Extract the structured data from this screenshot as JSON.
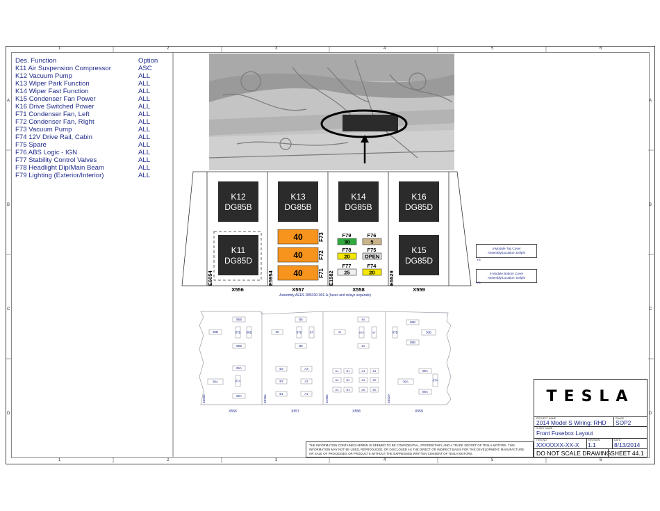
{
  "legend": {
    "header": {
      "des": "Des.",
      "function": "Function",
      "option": "Option"
    },
    "rows": [
      {
        "des": "K11",
        "function": "Air Suspension Compressor",
        "option": "ASC"
      },
      {
        "des": "K12",
        "function": "Vacuum Pump",
        "option": "ALL"
      },
      {
        "des": "K13",
        "function": "Wiper Park Function",
        "option": "ALL"
      },
      {
        "des": "K14",
        "function": "Wiper Fast Function",
        "option": "ALL"
      },
      {
        "des": "K15",
        "function": "Condenser Fan Power",
        "option": "ALL"
      },
      {
        "des": "K16",
        "function": "Drive Switched Power",
        "option": "ALL"
      },
      {
        "des": "F71",
        "function": "Condenser Fan, Left",
        "option": "ALL"
      },
      {
        "des": "F72",
        "function": "Condenser Fan, RIght",
        "option": "ALL"
      },
      {
        "des": "F73",
        "function": "Vacuum Pump",
        "option": "ALL"
      },
      {
        "des": "F74",
        "function": "12V Drive Rail, Cabin",
        "option": "ALL"
      },
      {
        "des": "F75",
        "function": "Spare",
        "option": "ALL"
      },
      {
        "des": "F76",
        "function": "ABS Logic - IGN",
        "option": "ALL"
      },
      {
        "des": "F77",
        "function": "Stability Control Valves",
        "option": "ALL"
      },
      {
        "des": "F78",
        "function": "Headlight Dip/Main Beam",
        "option": "ALL"
      },
      {
        "des": "F79",
        "function": "Lighting (Exterior/Interior)",
        "option": "ALL"
      }
    ]
  },
  "ruler": {
    "cols": [
      "1",
      "2",
      "3",
      "4",
      "5",
      "6"
    ],
    "rows": [
      "A",
      "B",
      "C",
      "D"
    ]
  },
  "fusebox": {
    "relays": [
      {
        "id": "K12",
        "type": "DG85B"
      },
      {
        "id": "K13",
        "type": "DG85B"
      },
      {
        "id": "K14",
        "type": "DG85B"
      },
      {
        "id": "K16",
        "type": "DG85D"
      },
      {
        "id": "K11",
        "type": "DG85D"
      },
      {
        "id": "K15",
        "type": "DG85D"
      }
    ],
    "big_fuses": [
      {
        "id": "F73",
        "rating": "40"
      },
      {
        "id": "F72",
        "rating": "40"
      },
      {
        "id": "F71",
        "rating": "40"
      }
    ],
    "mini_fuses": [
      {
        "id": "F79",
        "rating": "30",
        "color": "#2eaa3c"
      },
      {
        "id": "F76",
        "rating": "5",
        "color": "#c9b48a"
      },
      {
        "id": "F78",
        "rating": "20",
        "color": "#f3e600"
      },
      {
        "id": "F75",
        "rating": "OPEN",
        "color": "#dcdcdc"
      },
      {
        "id": "F77",
        "rating": "25",
        "color": "#efefef"
      },
      {
        "id": "F74",
        "rating": "20",
        "color": "#f3e600"
      }
    ],
    "connectors": [
      "E6054",
      "E5954",
      "E1582",
      "E5529"
    ],
    "modules": [
      "X556",
      "X557",
      "X558",
      "X559"
    ],
    "assembly_note": "Assembly AEES R85330-001-A (fuses and relays separate)"
  },
  "covers": [
    {
      "line1": "4-Module Top Cover",
      "line2": "Assembly/Location: Delphi",
      "tag": "Y5"
    },
    {
      "line1": "4-Module Bottom Cover",
      "line2": "Assembly/Location: Delphi",
      "tag": "Y6"
    }
  ],
  "bottom_diagram": {
    "labels": [
      "X556",
      "X557",
      "X558",
      "X559"
    ],
    "connectors": [
      "E6054",
      "E5954",
      "E1582",
      "E5529"
    ],
    "slot_labels_1": [
      "85B",
      "30B",
      "87B",
      "86B",
      "86B",
      "85A",
      "30A",
      "87A",
      "86A"
    ],
    "slot_labels_2": [
      "B5",
      "30",
      "87b",
      "87",
      "B6",
      "B3",
      "A3",
      "B2",
      "A2",
      "B1",
      "A1"
    ],
    "slot_labels_3": [
      "B5",
      "30",
      "87b",
      "87",
      "B6",
      "A1",
      "B1",
      "A4",
      "B4",
      "A2",
      "B2",
      "A5",
      "B5",
      "A3",
      "B3",
      "A6",
      "B6"
    ],
    "slot_labels_4": [
      "86B",
      "30B",
      "87B",
      "85B",
      "85A",
      "30A",
      "87A",
      "86A"
    ]
  },
  "title_block": {
    "brand": "TESLA",
    "project_name_label": "PROJECT NAME",
    "project_name": "2014 Model S Wiring: RHD",
    "phase_label": "PHASE",
    "phase": "SOP2",
    "sheet_name_label": "SHEET NAME",
    "sheet_name": "Front Fusebox Layout",
    "item_label": "ITEM NO",
    "item": "XXXXXXX-XX-X",
    "revision_label": "REVISION",
    "revision": "1.1",
    "date_label": "DATE",
    "date": "8/13/2014",
    "scale_note": "DO NOT SCALE DRAWING",
    "sheet": "SHEET 44.1",
    "disclaimer_1": "THE INFORMATION CONTAINED HEREIN IS DEEMED TO BE CONFIDENTIAL, PROPRIETARY, AND A TRADE SECRET OF TESLA MOTORS.  THIS",
    "disclaimer_2": "INFORMATION MAY NOT BE USED, REPRODUCED, OR DISCLOSED AS THE DIRECT OR INDIRECT BASIS FOR THE DEVELOPMENT, MANUFACTURE,",
    "disclaimer_3": "OR SALE OF PROCESSES OR PRODUCTS WITHOUT THE EXPRESSED WRITTEN CONSENT OF TESLA MOTORS."
  }
}
